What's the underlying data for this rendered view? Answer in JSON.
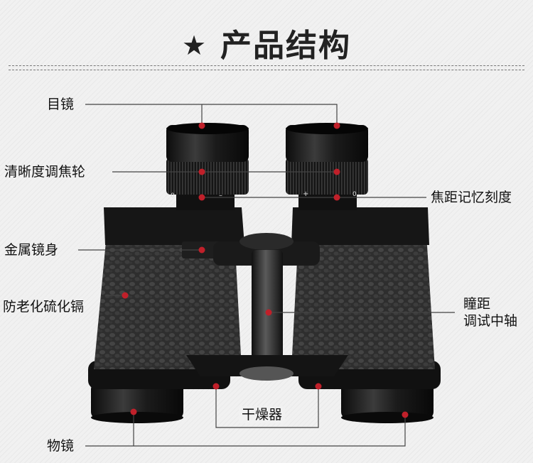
{
  "title": {
    "star": "★",
    "text": "产品结构"
  },
  "labels": {
    "eyepiece": "目镜",
    "focus_wheel": "清晰度调焦轮",
    "body": "金属镜身",
    "coating": "防老化硫化镉",
    "objective": "物镜",
    "diopter_memory": "焦距记忆刻度",
    "ipd_line1": "瞳距",
    "ipd_line2": "调试中轴",
    "desiccant": "干燥器"
  },
  "scale_marks": {
    "left_zero": "0",
    "left_minus": "–",
    "right_plus": "+",
    "right_zero": "0"
  },
  "colors": {
    "marker": "#c0202a",
    "line": "#444444",
    "body": "#232323"
  }
}
